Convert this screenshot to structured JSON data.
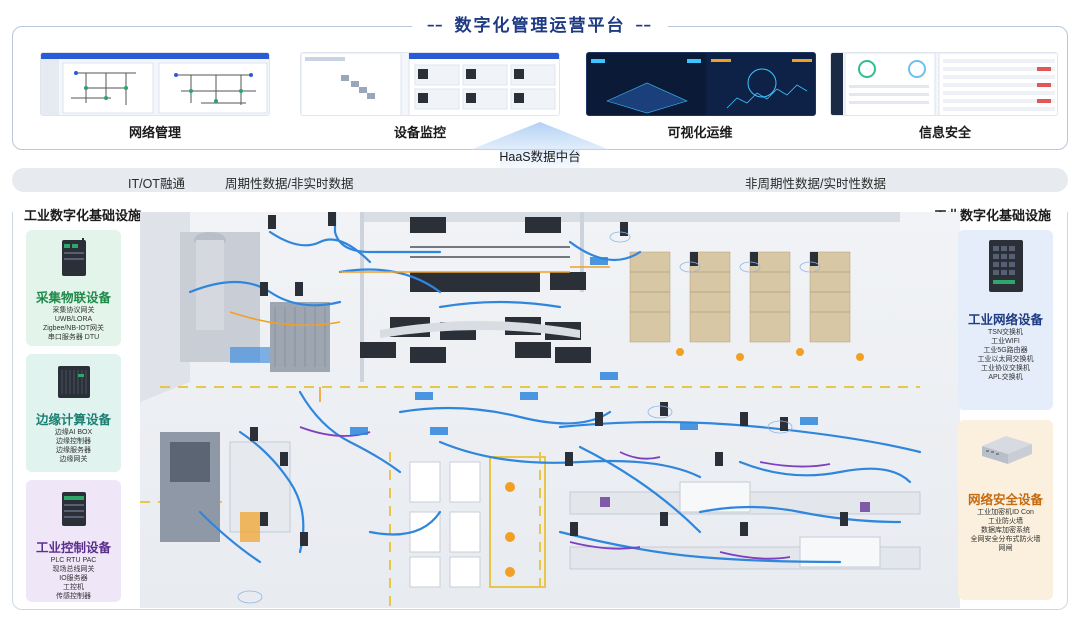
{
  "platform": {
    "title": "数字化管理运营平台",
    "modules": [
      {
        "label": "网络管理",
        "icon": "network-topology-screenshot"
      },
      {
        "label": "设备监控",
        "icon": "device-monitor-screenshot"
      },
      {
        "label": "可视化运维",
        "icon": "visual-ops-dashboard-screenshot"
      },
      {
        "label": "信息安全",
        "icon": "info-security-screenshot"
      }
    ],
    "haas_label": "HaaS数据中台"
  },
  "band": {
    "it_ot": "IT/OT融通",
    "periodic": "周期性数据/非实时数据",
    "non_periodic": "非周期性数据/实时性数据"
  },
  "infrastructure": {
    "left_title": "工业数字化基础设施",
    "right_title": "工业数字化基础设施",
    "left_cards": [
      {
        "title": "采集物联设备",
        "items": [
          "采集协议网关",
          "UWB/LORA",
          "Zigbee/NB-IOT网关",
          "串口服务器  DTU"
        ]
      },
      {
        "title": "边缘计算设备",
        "items": [
          "边缘AI BOX",
          "边缘控制器",
          "边缘服务器",
          "边缘网关"
        ]
      },
      {
        "title": "工业控制设备",
        "items": [
          "PLC  RTU  PAC",
          "现场总线网关",
          "IO服务器",
          "工控机",
          "传感控制器"
        ]
      }
    ],
    "right_cards": [
      {
        "title": "工业网络设备",
        "items": [
          "TSN交换机",
          "工业WIFI",
          "工业5G路由器",
          "工业以太网交换机",
          "工业协议交换机",
          "APL交换机"
        ]
      },
      {
        "title": "网络安全设备",
        "items": [
          "工业加密机ID Con",
          "工业防火墙",
          "数据库加密系统",
          "全网安全分布式防火墙",
          "网闸"
        ]
      }
    ]
  },
  "colors": {
    "title_blue": "#1d3a82",
    "network_blue": "#2f86dd",
    "orange_link": "#f2a024",
    "green_card": "#1f8a4a",
    "teal_card": "#1c7f72",
    "purple_card": "#5b2f8e",
    "blue_card": "#1d3a82",
    "orange_card": "#c56a10"
  }
}
